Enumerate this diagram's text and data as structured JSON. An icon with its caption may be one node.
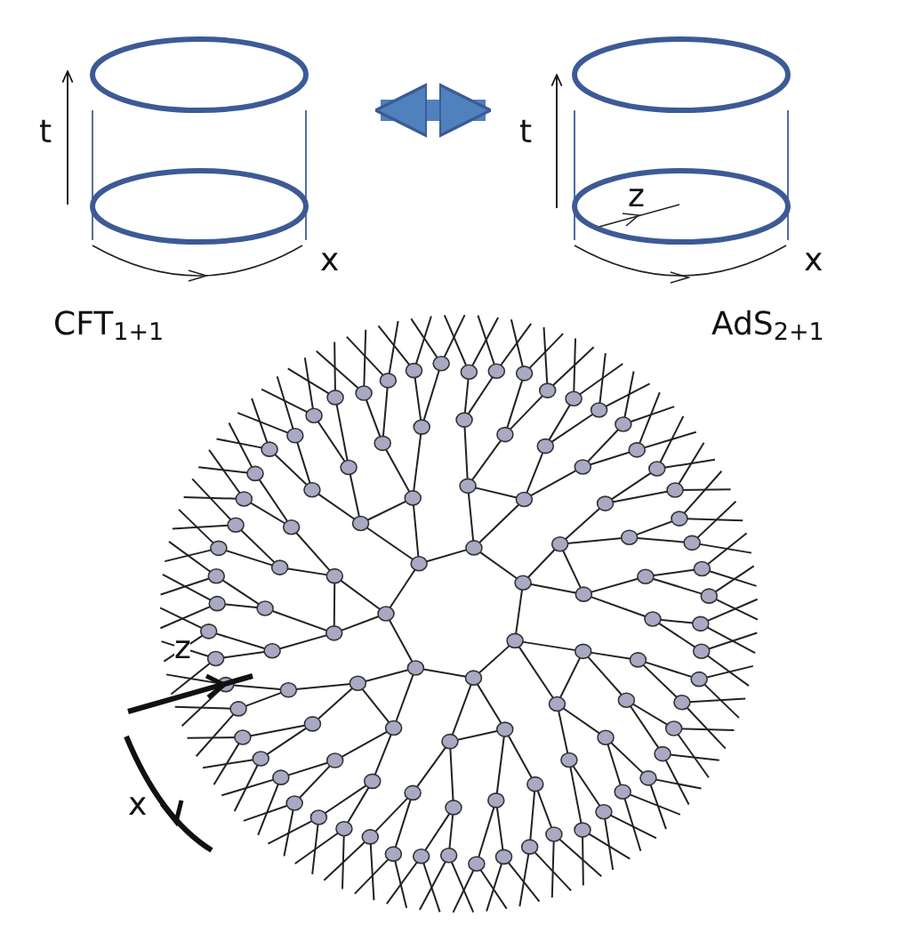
{
  "diagram": {
    "nodes": [
      {
        "text": [],
        "shape": "cylinder"
      },
      {
        "text": [],
        "shape": "cylinder"
      }
    ],
    "edges": [
      {
        "from": 0,
        "to": 1,
        "arrow": "both"
      }
    ],
    "labels": [
      "t",
      "x",
      "t",
      "z",
      "x",
      "CFT$_{1+1}$",
      "AdS$_{2+1}$",
      "z",
      "x"
    ]
  }
}
